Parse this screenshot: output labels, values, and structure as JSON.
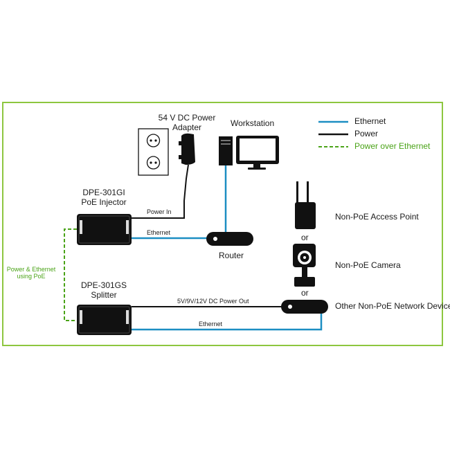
{
  "colors": {
    "ethernet": "#1b8ec2",
    "power": "#111111",
    "poe": "#4aa317",
    "frame": "#8dc63f"
  },
  "legend": [
    {
      "label": "Ethernet",
      "style": "ethernet"
    },
    {
      "label": "Power",
      "style": "power"
    },
    {
      "label": "Power over Ethernet",
      "style": "poe"
    }
  ],
  "devices": {
    "power_adapter": {
      "label_line1": "54 V DC Power",
      "label_line2": "Adapter"
    },
    "workstation": {
      "label": "Workstation"
    },
    "injector": {
      "label_line1": "DPE-301GI",
      "label_line2": "PoE Injector"
    },
    "router": {
      "label": "Router"
    },
    "splitter": {
      "label_line1": "DPE-301GS",
      "label_line2": "Splitter"
    },
    "access_point": {
      "label": "Non-PoE Access Point"
    },
    "camera": {
      "label": "Non-PoE Camera"
    },
    "network_device": {
      "label": "Other Non-PoE Network Device"
    },
    "or_1": "or",
    "or_2": "or"
  },
  "links": {
    "power_in": "Power In",
    "injector_ethernet": "Ethernet",
    "poe_line1": "Power & Ethernet",
    "poe_line2": "using PoE",
    "dc_out": "5V/9V/12V DC Power Out",
    "splitter_ethernet": "Ethernet"
  }
}
